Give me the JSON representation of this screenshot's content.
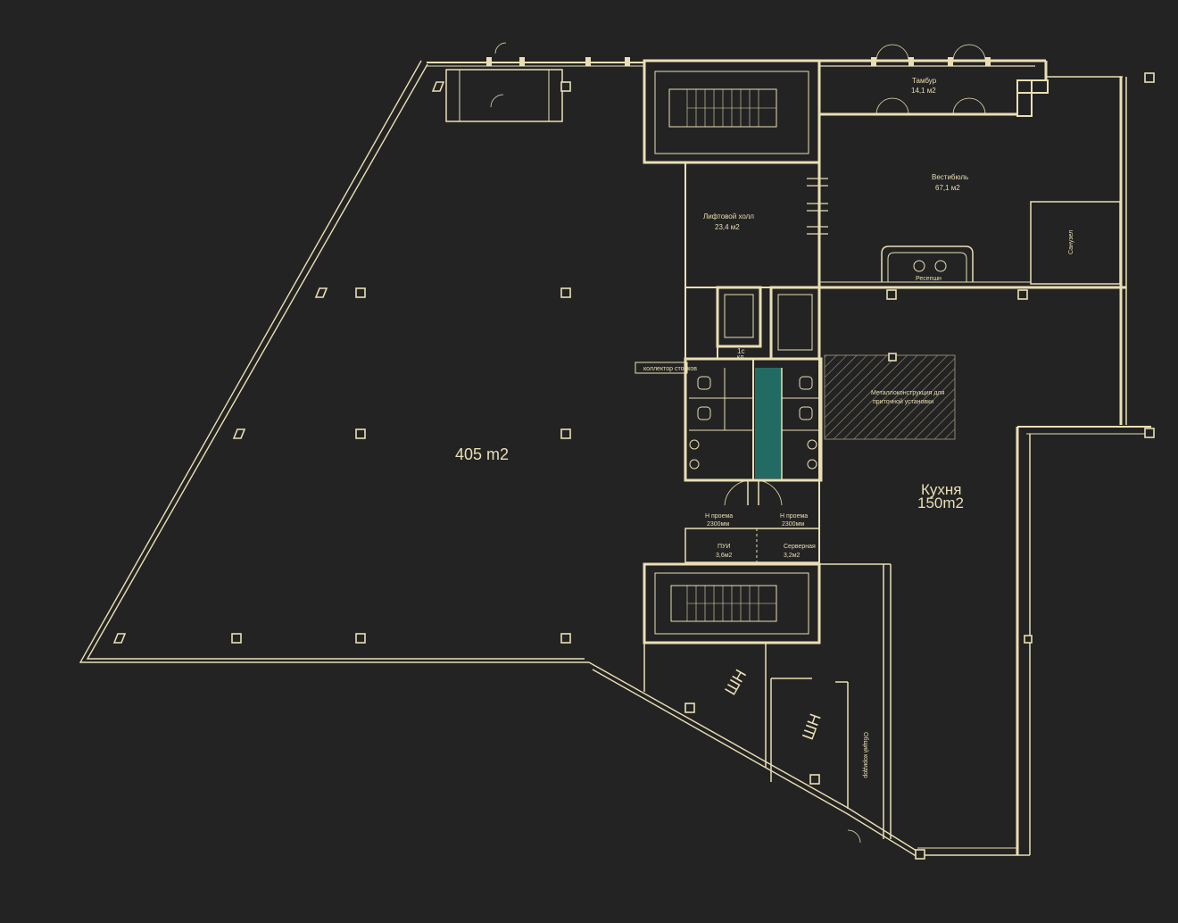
{
  "plan": {
    "main_area_label": "405 m2",
    "rooms": {
      "tambur_name": "Тамбур",
      "tambur_area": "14,1 м2",
      "vestibule_name": "Вестибюль",
      "vestibule_area": "67,1 м2",
      "lift_hall_name": "Лифтовой холл",
      "lift_hall_area": "23,4 м2",
      "reception": "Ресепшн",
      "sanuzel": "Санузел",
      "kitchen_name": "Кухня",
      "kitchen_area": "150m2",
      "pui_name": "ПУИ",
      "pui_area": "3,6м2",
      "server_name": "Серверная",
      "server_area": "3,2м2",
      "shaft_1": "ШН",
      "shaft_2": "ШН",
      "corridor": "Общий коридор",
      "metal_structure": "Металлоконструкция для",
      "metal_structure_2": "приточной установки",
      "collector": "коллектор стояков",
      "lift_small_1": "1с",
      "lift_small_2": "кл",
      "opening_1": "Н проема",
      "opening_1b": "2300мм",
      "opening_2": "Н проема",
      "opening_2b": "2300мм"
    },
    "colors": {
      "background": "#232323",
      "walls": "#eadfb4",
      "highlight": "#226b62"
    }
  }
}
